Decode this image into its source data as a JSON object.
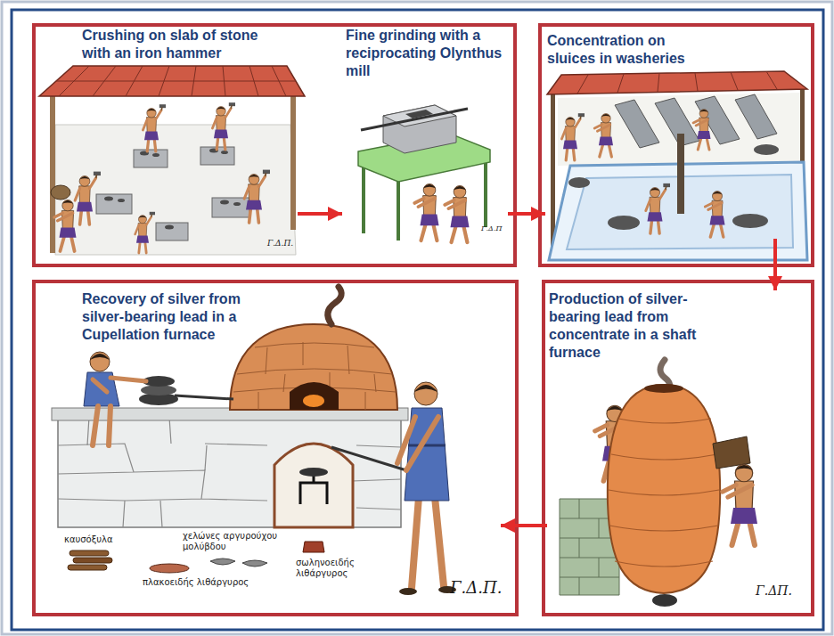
{
  "diagram": {
    "nodes": [
      {
        "text": [
          "Crushing on slab of stone with an iron hammer"
        ]
      },
      {
        "text": [
          "Fine grinding with a reciprocating Olynthus mill"
        ]
      },
      {
        "text": [
          "Concentration on sluices in washeries"
        ]
      },
      {
        "text": [
          "Production of silver-bearing lead from concentrate in a shaft furnace"
        ]
      },
      {
        "text": [
          "Recovery of silver from silver-bearing lead in a Cupellation furnace"
        ]
      }
    ],
    "edges": [
      {
        "from": 0,
        "to": 1,
        "arrow": "to"
      },
      {
        "from": 1,
        "to": 2,
        "arrow": "to"
      },
      {
        "from": 2,
        "to": 3,
        "arrow": "to"
      },
      {
        "from": 3,
        "to": 4,
        "arrow": "to"
      }
    ],
    "labels": [
      "Γ.Δ.Π.",
      "Γ.Δ.Π",
      "Γ.ΔΠ.",
      "καυσόξυλα",
      "χελώνες αργυρούχου μολύβδου",
      "σωληνοειδής λιθάργυρος",
      "πλακοειδής λιθάργυρος",
      "Γ.Δ.Π."
    ]
  }
}
